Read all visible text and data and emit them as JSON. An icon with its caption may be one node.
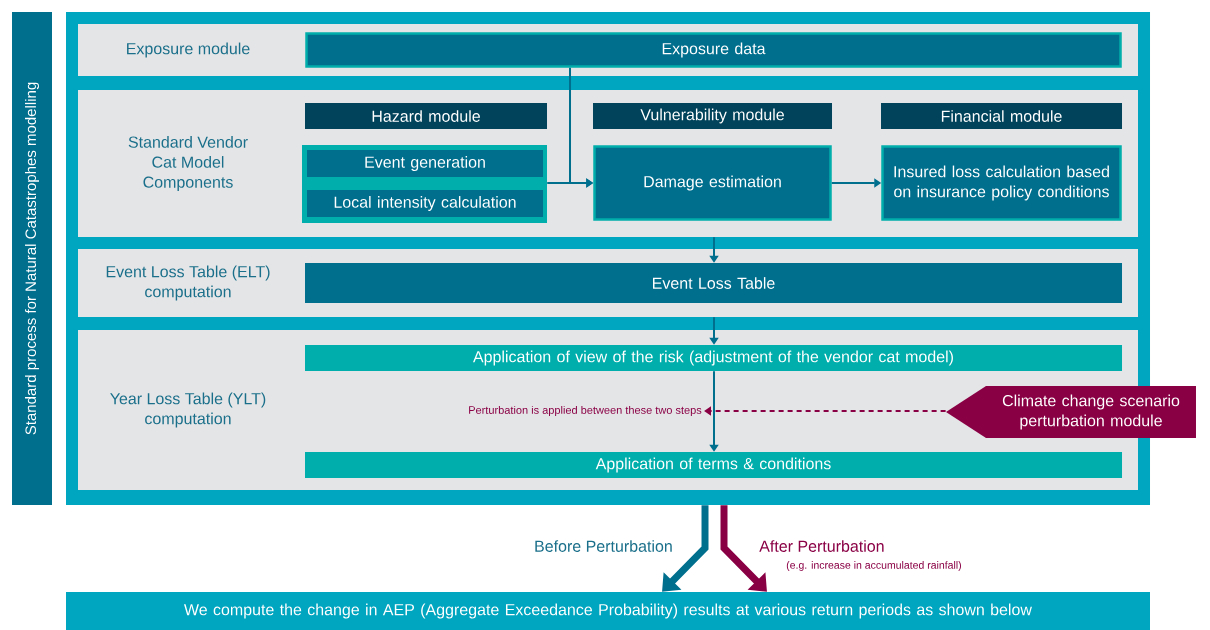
{
  "diagram": {
    "nodes": [
      {
        "text": [
          "Standard process for Natural Catastrophes modelling"
        ]
      },
      {
        "text": [],
        "shape": "box"
      },
      {
        "text": [
          "Exposure module"
        ],
        "in": 1
      },
      {
        "text": [
          "Exposure data"
        ],
        "in": 2
      },
      {
        "text": [
          "Standard Vendor Cat Model Components"
        ],
        "in": 1
      },
      {
        "text": [
          "Hazard module"
        ],
        "in": 4
      },
      {
        "text": [
          "Vulnerability module"
        ],
        "in": 4
      },
      {
        "text": [
          "Financial module"
        ],
        "in": 4
      },
      {
        "text": [],
        "shape": "box",
        "in": 4
      },
      {
        "text": [
          "Event generation"
        ],
        "in": 8
      },
      {
        "text": [
          "Local intensity calculation"
        ],
        "in": 8
      },
      {
        "text": [
          "Damage estimation"
        ],
        "in": 4
      },
      {
        "text": [
          "Insured loss calculation based on insurance policy conditions"
        ],
        "in": 4
      },
      {
        "text": [
          "Event Loss Table (ELT) computation"
        ],
        "in": 1
      },
      {
        "text": [
          "Event Loss Table"
        ],
        "in": 13
      },
      {
        "text": [
          "Year Loss Table (YLT) computation"
        ],
        "in": 1
      },
      {
        "text": [
          "Application of view of the risk (adjustment of the vendor cat model)"
        ],
        "in": 15
      },
      {
        "text": [
          "Perturbation is applied between these two steps"
        ],
        "in": 15
      },
      {
        "text": [
          "Application of terms & conditions"
        ],
        "in": 15
      },
      {
        "text": [
          "Climate change scenario perturbation module"
        ]
      },
      {
        "text": [
          "We compute the change in AEP (Aggregate Exceedance Probability) results at various return periods as shown below"
        ]
      }
    ],
    "edges": [
      {
        "from": 3,
        "to": 11,
        "arrow": "to"
      },
      {
        "from": 8,
        "to": 11,
        "arrow": "to"
      },
      {
        "from": 11,
        "to": 12,
        "arrow": "to"
      },
      {
        "from": 4,
        "to": 14,
        "arrow": "to"
      },
      {
        "from": 13,
        "to": 16,
        "arrow": "to"
      },
      {
        "from": 16,
        "to": 18,
        "arrow": "to"
      },
      {
        "from": 19,
        "to": 17,
        "arrow": "to",
        "style": "dashed",
        "color": "#8a0045"
      },
      {
        "from": 1,
        "to": 20,
        "arrow": "to",
        "style": "thick",
        "label": "Before Perturbation"
      },
      {
        "from": 1,
        "to": 20,
        "arrow": "to",
        "style": "thick",
        "color": "#8a0045",
        "label": "After Perturbation"
      }
    ],
    "labels": [
      "(e.g. increase in accumulated rainfall)"
    ]
  }
}
